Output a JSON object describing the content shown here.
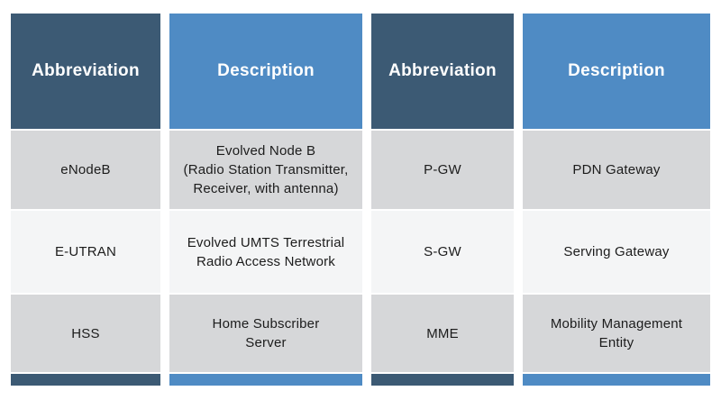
{
  "colors": {
    "header_dark": "#3c5a74",
    "header_blue": "#4f8bc4",
    "row_gray": "#d6d7d9",
    "row_light": "#f4f5f6",
    "cell_text": "#1c1c1c",
    "header_text": "#ffffff",
    "page_bg": "#ffffff"
  },
  "table": {
    "left": {
      "abbr_header": "Abbreviation",
      "desc_header": "Description",
      "rows": [
        {
          "abbr": "eNodeB",
          "desc": "Evolved Node B\n(Radio Station Transmitter,\nReceiver, with antenna)"
        },
        {
          "abbr": "E-UTRAN",
          "desc": "Evolved UMTS Terrestrial\nRadio Access Network"
        },
        {
          "abbr": "HSS",
          "desc": "Home Subscriber\nServer"
        }
      ]
    },
    "right": {
      "abbr_header": "Abbreviation",
      "desc_header": "Description",
      "rows": [
        {
          "abbr": "P-GW",
          "desc": "PDN Gateway"
        },
        {
          "abbr": "S-GW",
          "desc": "Serving Gateway"
        },
        {
          "abbr": "MME",
          "desc": "Mobility Management\nEntity"
        }
      ]
    }
  }
}
